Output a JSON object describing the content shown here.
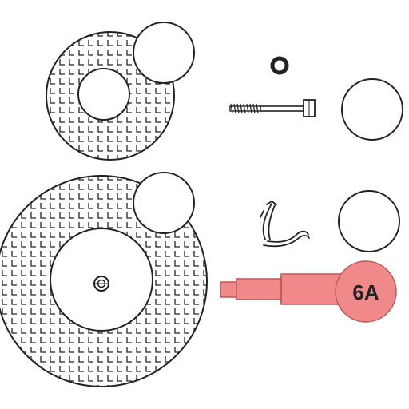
{
  "diagram": {
    "callout": {
      "label": "6A",
      "fill_color": "#f08a8a",
      "stroke_color": "#b85a5a"
    },
    "highlighted_part": {
      "name": "shaft",
      "fill_color": "#f08a8a",
      "stroke_color": "#b85a5a"
    },
    "line_color": "#222222",
    "background": "#ffffff",
    "parts": [
      {
        "name": "small-grinding-disc",
        "pattern": "crosshatch-grid"
      },
      {
        "name": "large-grinding-disc",
        "pattern": "crosshatch-grid"
      },
      {
        "name": "o-ring"
      },
      {
        "name": "screw"
      },
      {
        "name": "flat-disc"
      },
      {
        "name": "spring-clip"
      },
      {
        "name": "shaft",
        "highlighted": true
      }
    ]
  }
}
